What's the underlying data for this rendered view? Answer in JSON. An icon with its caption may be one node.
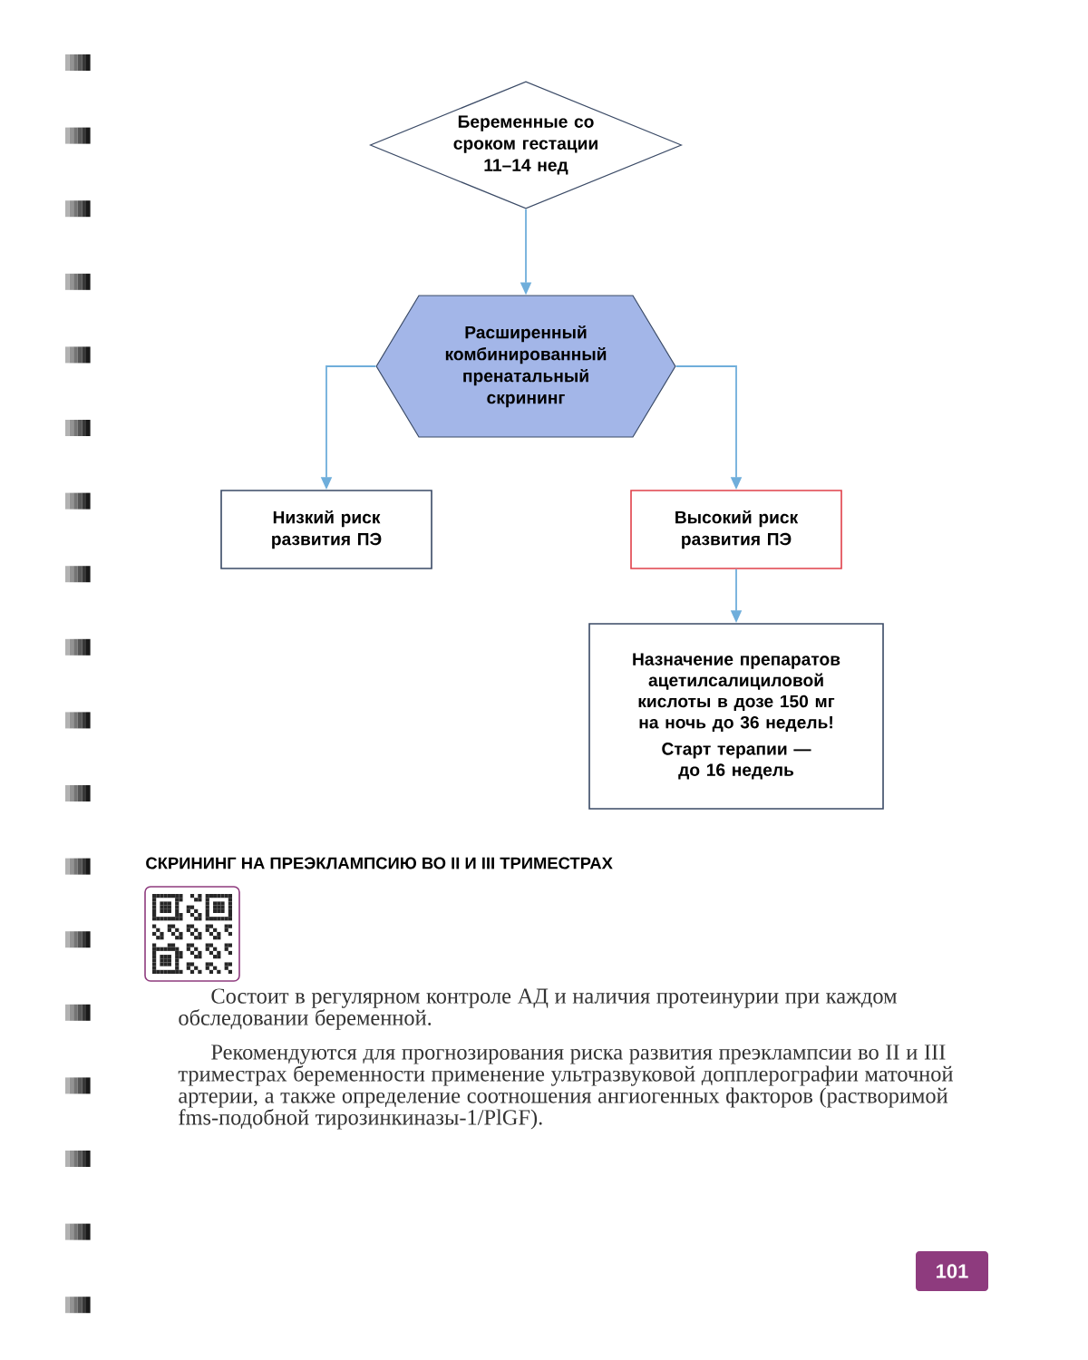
{
  "diagram": {
    "nodes": [
      {
        "text": [
          "Беременные со сроком гестации 11–14 нед"
        ]
      },
      {
        "text": [
          "Расширенный комбинированный пренатальный скрининг"
        ]
      },
      {
        "text": [
          "Низкий риск развития ПЭ"
        ]
      },
      {
        "text": [
          "Высокий риск развития ПЭ"
        ]
      },
      {
        "text": [
          "Назначение препаратов ацетилсалициловой кислоты в дозе 150 мг на ночь до 36 недель!",
          "Старт терапии — до 16 недель"
        ]
      }
    ],
    "edges": [
      {
        "from": 0,
        "to": 1,
        "arrow": "to"
      },
      {
        "from": 1,
        "to": 2,
        "arrow": "to"
      },
      {
        "from": 1,
        "to": 3,
        "arrow": "to"
      },
      {
        "from": 3,
        "to": 4,
        "arrow": "to"
      }
    ],
    "labels": [
      "СКРИНИНГ НА ПРЕЭКЛАМПСИЮ ВО II И III ТРИМЕСТРАХ",
      "Состоит в регулярном контроле АД и наличия протеинурии при каждом обследовании беременной.",
      "Рекомендуются для прогнозирования риска развития преэклампсии во II и III триместрах беременности применение ультразвуковой допплерографии маточной артерии, а также определение соотношения ангиогенных факторов (растворимой fms-подобной тирозинкиназы-1/PlGF).",
      "101"
    ]
  }
}
